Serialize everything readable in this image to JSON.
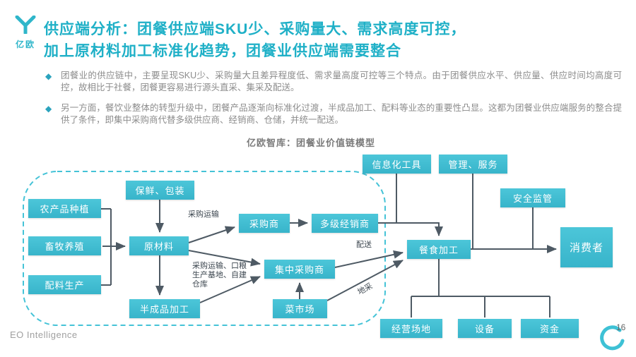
{
  "slide": {
    "title_line1": "供应端分析：团餐供应端SKU少、采购量大、需求高度可控，",
    "title_line2": "加上原材料加工标准化趋势，团餐业供应端需要整合",
    "bullet_icon": "◆",
    "bullets": [
      "团餐业的供应链中，主要呈现SKU少、采购量大且差异程度低、需求量高度可控等三个特点。由于团餐供应水平、供应量、供应时间均高度可控，故相比于社餐，团餐更容易进行源头直采、集采及配送。",
      "另一方面，餐饮业整体的转型升级中，团餐产品逐渐向标准化过渡，半成品加工、配料等业态的重要性凸显。这都为团餐业供应端服务的整合提供了条件，即集中采购商代替多级供应商、经销商、仓储，并统一配送。"
    ],
    "footer": "EO Intelligence",
    "page_number": "16"
  },
  "logo": {
    "text": "亿欧"
  },
  "diagram": {
    "title": "亿欧智库：团餐业价值链模型",
    "nodes": {
      "farming": "农产品种植",
      "livestock": "畜牧养殖",
      "ingredient_production": "配料生产",
      "fresh_packaging": "保鲜、包装",
      "raw_material": "原材料",
      "semi_finished": "半成品加工",
      "purchaser": "采购商",
      "multi_level_distributor": "多级经销商",
      "central_purchaser": "集中采购商",
      "vegetable_market": "菜市场",
      "info_tools": "信息化工具",
      "management_service": "管理、服务",
      "safety_supervision": "安全监管",
      "meal_processing": "餐食加工",
      "consumer": "消费者",
      "premises": "经营场地",
      "equipment": "设备",
      "capital": "资金"
    },
    "labels": {
      "purchase_transport": "采购运输",
      "delivery": "配送",
      "local_sourcing": "地采",
      "central_purchase_note": "采购运输、口粮\n生产基地、自建\n仓库"
    }
  },
  "colors": {
    "title_teal": "#1fb0c7",
    "node_teal": "#41bed3",
    "arrow_gray": "#4e5a64",
    "body_gray": "#8c8c8c"
  }
}
